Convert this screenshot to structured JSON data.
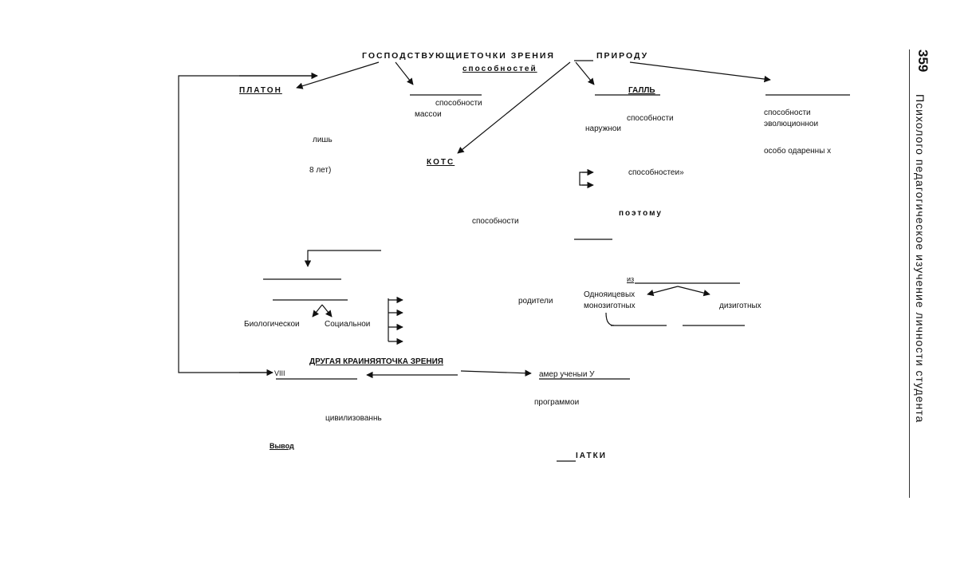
{
  "page": {
    "number": "359",
    "running_head": "Психолого педагогическое   изучение   личности  студента"
  },
  "diagram": {
    "top_title": "ГОСПОДСТВУЮЩИЕТОЧКИ ЗРЕНИЯ",
    "top_title_right": "ПРИРОДУ",
    "top_subtitle": "способностей",
    "plato": "ПЛАТОН",
    "lish": "лишь",
    "eight_years": "8 лет)",
    "sposob_1": "способности",
    "massoi": "массои",
    "kots": "КОТС",
    "sposob_2": "способности",
    "gall": "ГАЛЛЬ",
    "sposob_3": "способности",
    "naruzhnoi": "наружнои",
    "sposob_4": "способностеи»",
    "poetomu": "поэтому",
    "sposob_5": "способности",
    "evol": "эволюционнои",
    "osobo": "особо одаренны х",
    "biol": "Биологическои",
    "soc": "Социальнои",
    "roditeli": "родители",
    "iz": "из",
    "odnoyaits": "Однояицевых",
    "monozig": "монозиготных",
    "dizig": "дизиготных",
    "drugaya": "ДРУГАЯ КРАИНЯЯТОЧКА ЗРЕНИЯ",
    "viii": "VIII",
    "amer": "амер ученыи У",
    "programmoi": "программои",
    "tsivil": "цивилизованнь",
    "vyvod": "Вывод",
    "iatki": "ІАТКИ"
  }
}
